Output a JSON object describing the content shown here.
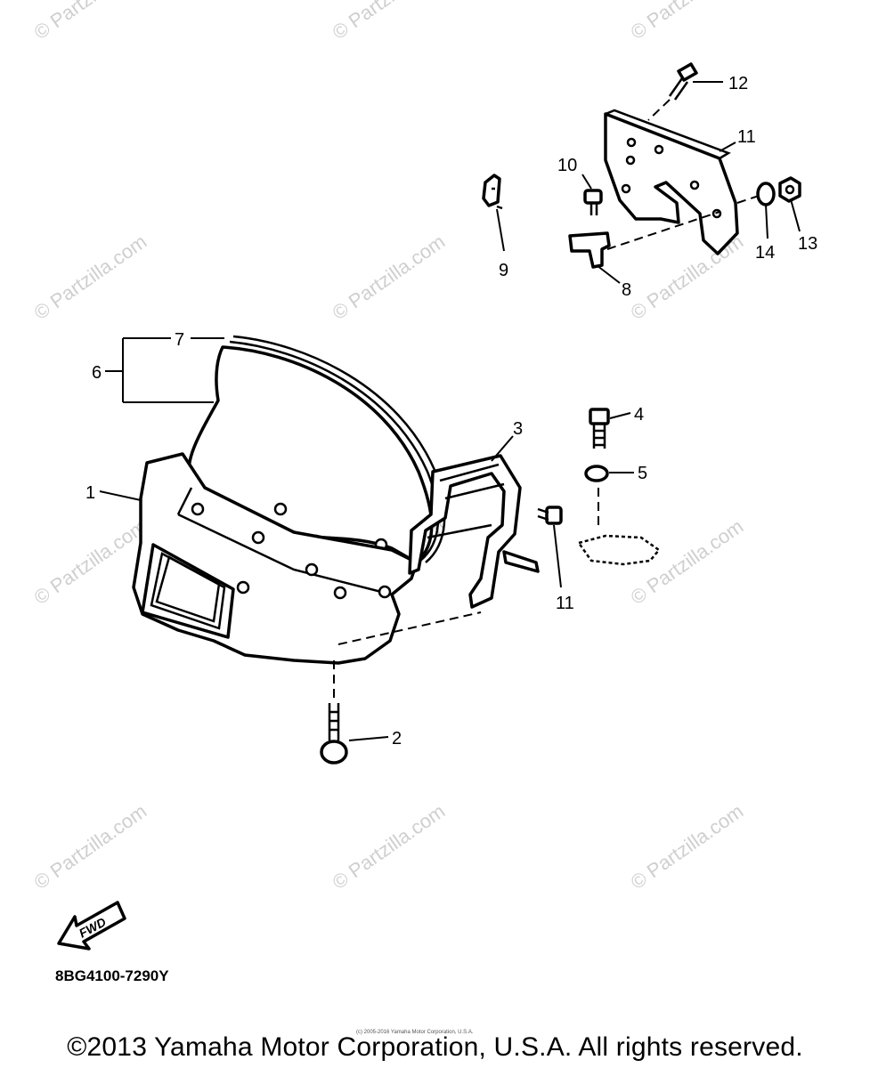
{
  "watermark": "© Partzilla.com",
  "callouts": {
    "c1": "1",
    "c2": "2",
    "c3": "3",
    "c4": "4",
    "c5": "5",
    "c6": "6",
    "c7": "7",
    "c8": "8",
    "c9": "9",
    "c10": "10",
    "c11a": "11",
    "c11b": "11",
    "c12": "12",
    "c13": "13",
    "c14": "14"
  },
  "fwd_label": "FWD",
  "diagram_code": "8BG4100-7290Y",
  "tiny_copyright": "(c) 2005-2016 Yamaha Motor Corporation, U.S.A.",
  "copyright": "©2013 Yamaha Motor Corporation, U.S.A. All rights reserved."
}
